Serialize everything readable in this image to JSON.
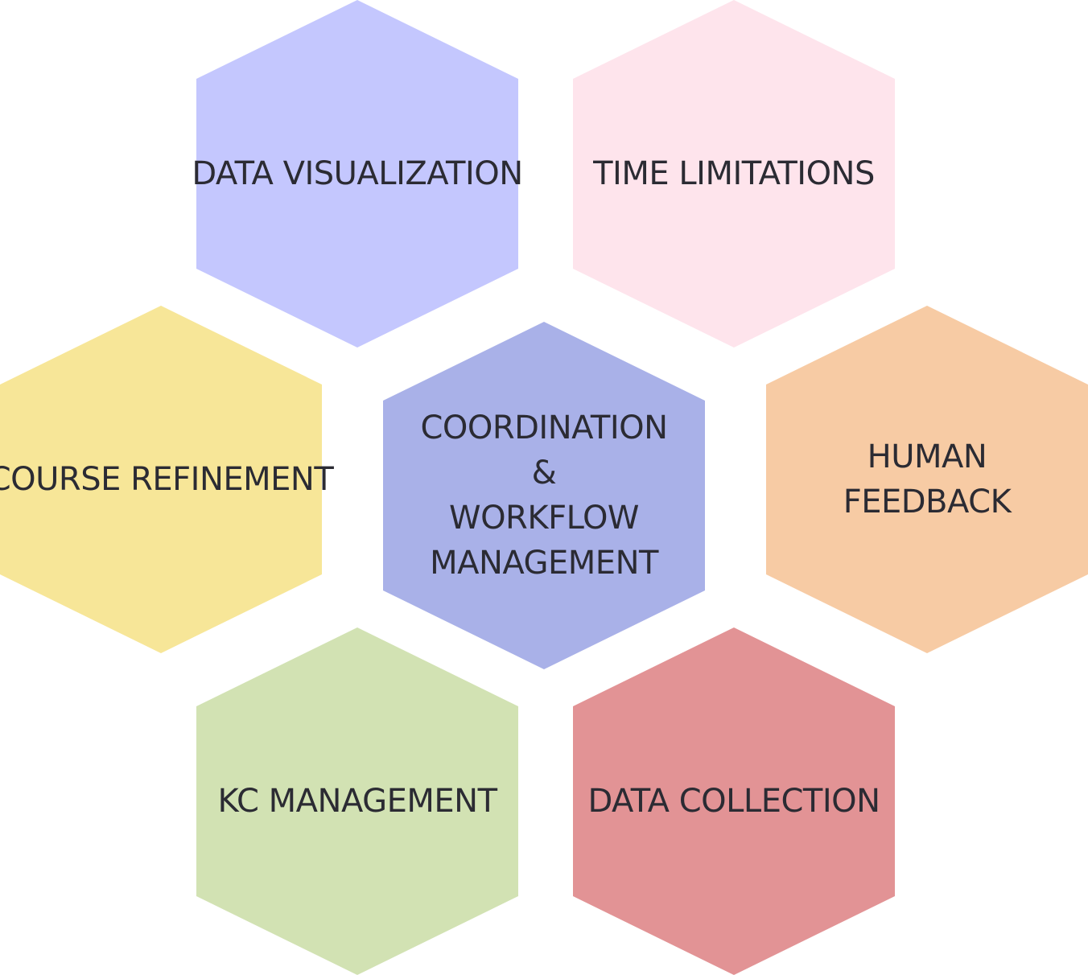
{
  "hexagons": [
    {
      "id": "data-visualization",
      "lines": [
        "DATA VISUALIZATION"
      ],
      "color": "#c4c7fe"
    },
    {
      "id": "time-limitations",
      "lines": [
        "TIME LIMITATIONS"
      ],
      "color": "#fee4ec"
    },
    {
      "id": "course-refinement",
      "lines": [
        "COURSE REFINEMENT"
      ],
      "color": "#f7e698"
    },
    {
      "id": "coordination-workflow",
      "lines": [
        "COORDINATION",
        "&",
        "WORKFLOW",
        "MANAGEMENT"
      ],
      "color": "#a9b1e8"
    },
    {
      "id": "human-feedback",
      "lines": [
        "HUMAN",
        "FEEDBACK"
      ],
      "color": "#f7cba4"
    },
    {
      "id": "kc-management",
      "lines": [
        "KC MANAGEMENT"
      ],
      "color": "#d2e2b3"
    },
    {
      "id": "data-collection",
      "lines": [
        "DATA COLLECTION"
      ],
      "color": "#e29395"
    }
  ]
}
